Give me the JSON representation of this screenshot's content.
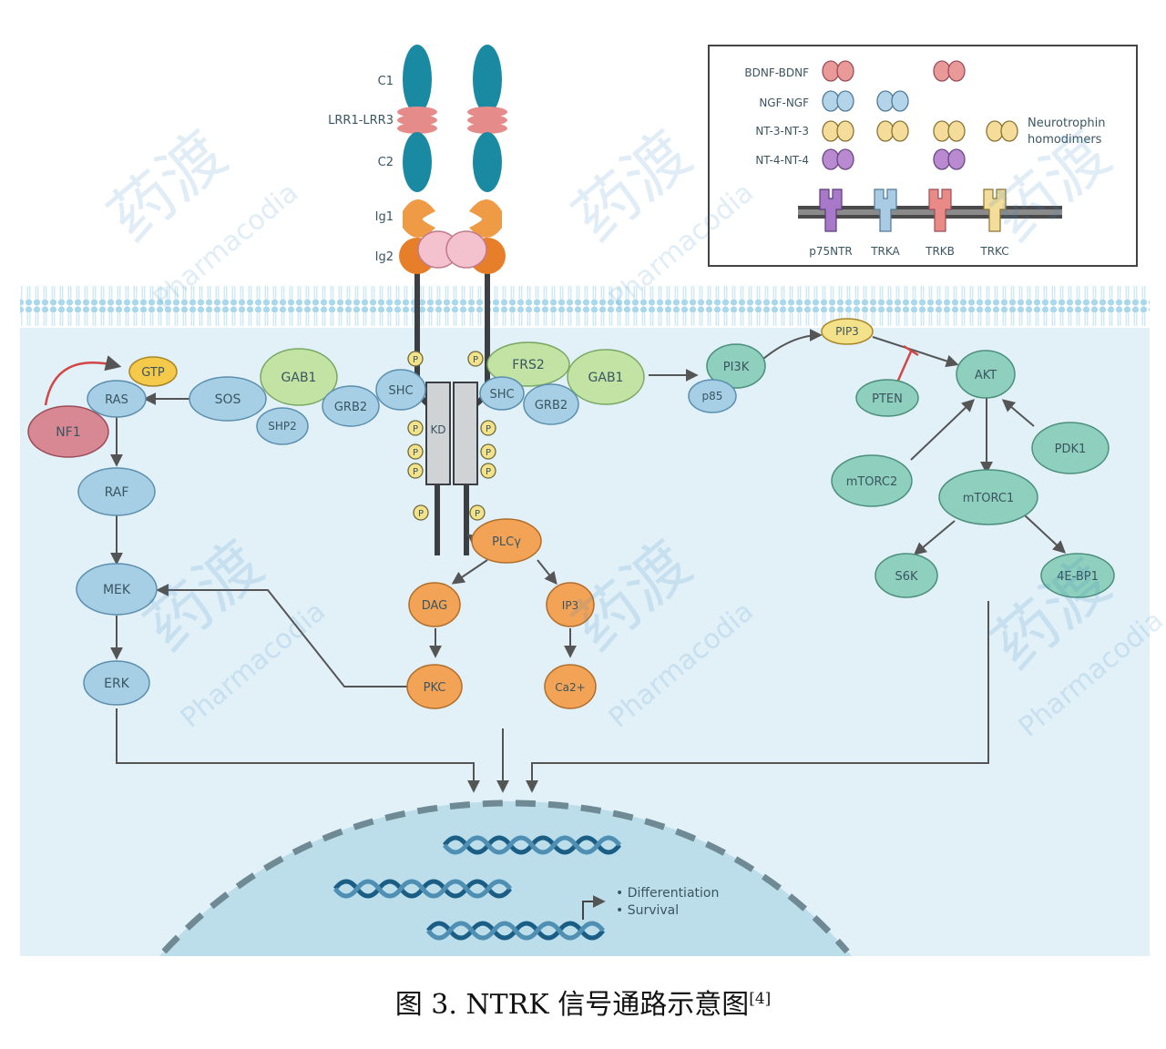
{
  "receptor_domains": {
    "c1": "C1",
    "lrr": "LRR1-LRR3",
    "c2": "C2",
    "ig1": "Ig1",
    "ig2": "Ig2",
    "kinase_domain": "KD",
    "phospho": "P"
  },
  "legend": {
    "rows": [
      {
        "label": "BDNF-BDNF",
        "color": "#e99a98"
      },
      {
        "label": "NGF-NGF",
        "color": "#b4d4ea"
      },
      {
        "label": "NT-3-NT-3",
        "color": "#f5dc9a"
      },
      {
        "label": "NT-4-NT-4",
        "color": "#b98ad0"
      }
    ],
    "note_line1": "Neurotrophin",
    "note_line2": "homodimers",
    "receptors": [
      {
        "label": "p75NTR",
        "color": "#a879c9"
      },
      {
        "label": "TRKA",
        "color": "#a9cbe3"
      },
      {
        "label": "TRKB",
        "color": "#e98a86"
      },
      {
        "label": "TRKC",
        "color": "#f4dd9a"
      }
    ]
  },
  "ras_pathway": {
    "gtp": "GTP",
    "ras": "RAS",
    "nf1": "NF1",
    "sos": "SOS",
    "gab1": "GAB1",
    "shp2": "SHP2",
    "grb2": "GRB2",
    "shc": "SHC",
    "raf": "RAF",
    "mek": "MEK",
    "erk": "ERK"
  },
  "right_adaptors": {
    "frs2": "FRS2",
    "gab1": "GAB1",
    "shc": "SHC",
    "grb2": "GRB2"
  },
  "pi3k_pathway": {
    "pi3k": "PI3K",
    "p85": "p85",
    "pip3": "PIP3",
    "pten": "PTEN",
    "akt": "AKT",
    "pdk1": "PDK1",
    "mtorc2": "mTORC2",
    "mtorc1": "mTORC1",
    "s6k": "S6K",
    "4ebp1": "4E-BP1"
  },
  "plc_pathway": {
    "plcg": "PLCγ",
    "dag": "DAG",
    "ip3": "IP3",
    "pkc": "PKC",
    "ca": "Ca2+"
  },
  "nucleus": {
    "outcomes": [
      "• Differentiation",
      "• Survival"
    ]
  },
  "watermark": {
    "brand_cn": "药渡",
    "brand_en": "Pharmacodia"
  },
  "caption": {
    "text": "图 3. NTRK 信号通路示意图",
    "ref": "[4]"
  },
  "colors": {
    "cytoplasm": "#e2f0f8",
    "membrane": "#a6d6ea",
    "receptor_teal": "#1a8aa3",
    "lrr_pink": "#e58c8b",
    "ig_orange": "#ef9a45",
    "ras_blue": "#a6cfe6",
    "adaptor_green": "#bfe1a3",
    "pi3k_teal": "#8fcfbd",
    "plc_orange": "#f3a356",
    "nf1_pink": "#d88892",
    "gtp_yellow": "#f5c94a",
    "phospho_yellow": "#f4e28a",
    "nucleus": "#bfdfec"
  }
}
